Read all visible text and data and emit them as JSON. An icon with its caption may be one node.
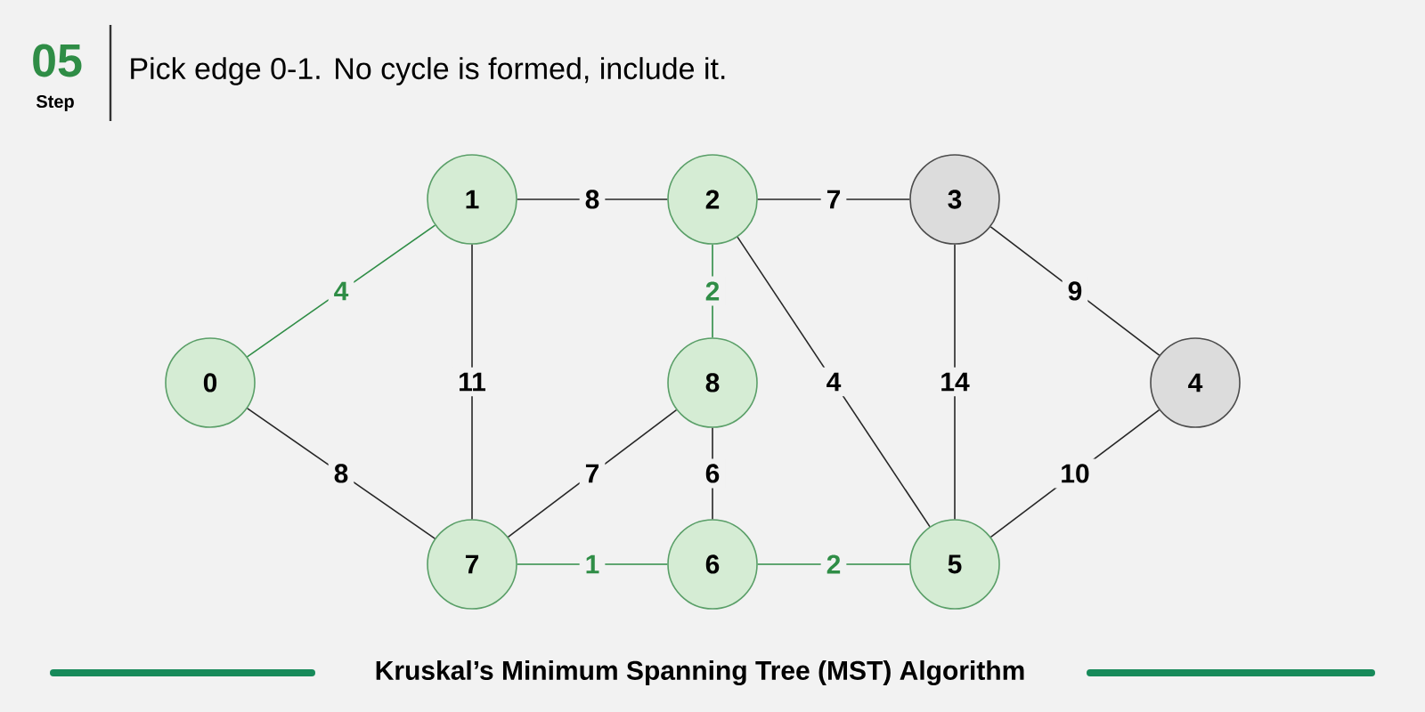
{
  "diagram": {
    "title": "Pick edge 0-1. No cycle is formed, include it.",
    "caption": "Kruskal’s Minimum Spanning Tree (MST) Algorithm",
    "nodes": [
      {
        "text": [
          "0"
        ]
      },
      {
        "text": [
          "1"
        ]
      },
      {
        "text": [
          "2"
        ]
      },
      {
        "text": [
          "3"
        ]
      },
      {
        "text": [
          "4"
        ]
      },
      {
        "text": [
          "5"
        ]
      },
      {
        "text": [
          "6"
        ]
      },
      {
        "text": [
          "7"
        ]
      },
      {
        "text": [
          "8"
        ]
      }
    ],
    "edges": [
      {
        "from": 0,
        "to": 1,
        "arrow": "none",
        "label": "4",
        "color": "#2f8d46"
      },
      {
        "from": 0,
        "to": 7,
        "arrow": "none",
        "label": "8"
      },
      {
        "from": 1,
        "to": 2,
        "arrow": "none",
        "label": "8"
      },
      {
        "from": 1,
        "to": 7,
        "arrow": "none",
        "label": "11"
      },
      {
        "from": 2,
        "to": 3,
        "arrow": "none",
        "label": "7"
      },
      {
        "from": 2,
        "to": 8,
        "arrow": "none",
        "label": "2",
        "color": "#2f8d46"
      },
      {
        "from": 2,
        "to": 5,
        "arrow": "none",
        "label": "4"
      },
      {
        "from": 8,
        "to": 7,
        "arrow": "none",
        "label": "7"
      },
      {
        "from": 8,
        "to": 6,
        "arrow": "none",
        "label": "6"
      },
      {
        "from": 3,
        "to": 5,
        "arrow": "none",
        "label": "14"
      },
      {
        "from": 3,
        "to": 4,
        "arrow": "none",
        "label": "9"
      },
      {
        "from": 4,
        "to": 5,
        "arrow": "none",
        "label": "10"
      },
      {
        "from": 7,
        "to": 6,
        "arrow": "none",
        "label": "1",
        "color": "#2f8d46"
      },
      {
        "from": 6,
        "to": 5,
        "arrow": "none",
        "label": "2",
        "color": "#2f8d46"
      }
    ],
    "labels": [
      "05",
      "Step"
    ]
  }
}
